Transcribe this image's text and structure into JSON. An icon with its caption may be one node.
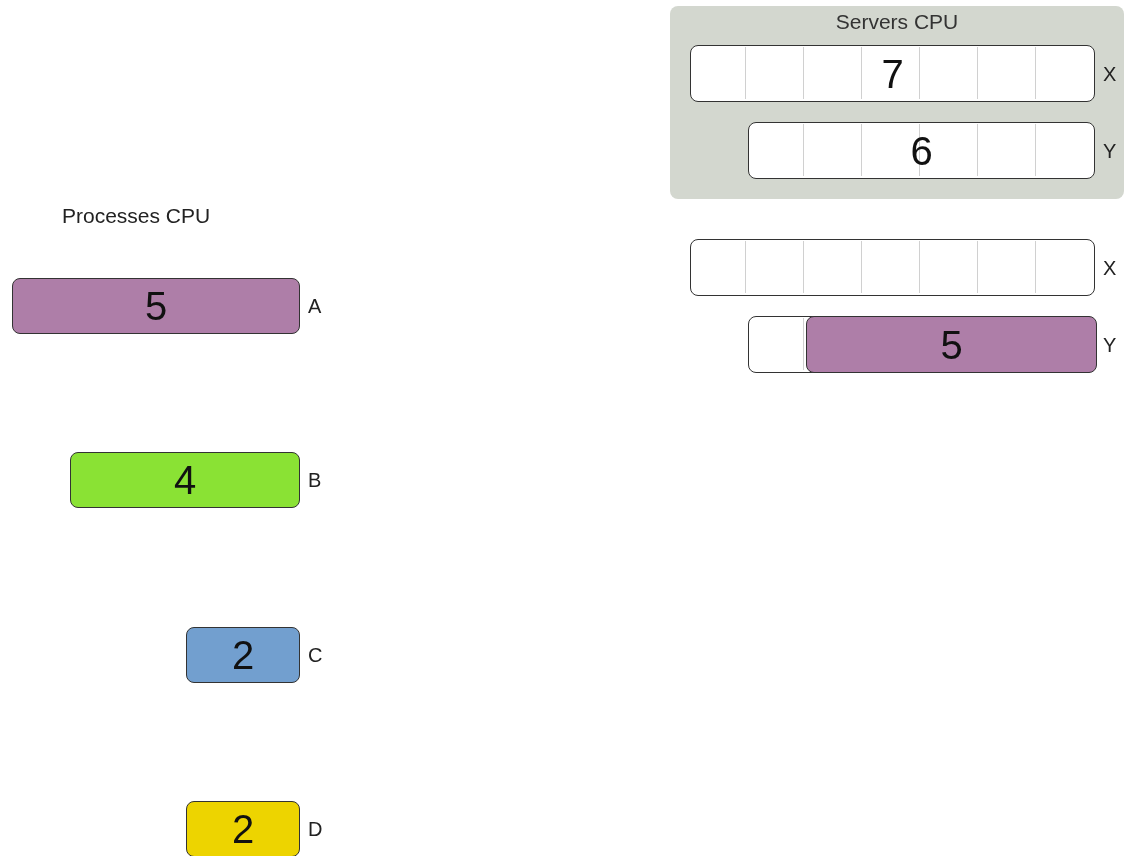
{
  "diagram": {
    "nodes": [
      {
        "text": [
          "Servers CPU"
        ]
      },
      {
        "text": [
          "7"
        ],
        "in": 0,
        "beside": [
          "X"
        ]
      },
      {
        "text": [
          "6"
        ],
        "in": 0,
        "beside": [
          "Y"
        ]
      },
      {
        "text": [],
        "shape": "bar",
        "beside": [
          "X"
        ]
      },
      {
        "text": [],
        "shape": "bar",
        "beside": [
          "Y"
        ]
      },
      {
        "text": [
          "5"
        ],
        "in": 4
      },
      {
        "text": [
          "5"
        ],
        "beside": [
          "A"
        ]
      },
      {
        "text": [
          "4"
        ],
        "beside": [
          "B"
        ]
      },
      {
        "text": [
          "2"
        ],
        "beside": [
          "C"
        ]
      },
      {
        "text": [
          "2"
        ],
        "beside": [
          "D"
        ]
      }
    ],
    "labels": [
      "Processes CPU"
    ]
  }
}
